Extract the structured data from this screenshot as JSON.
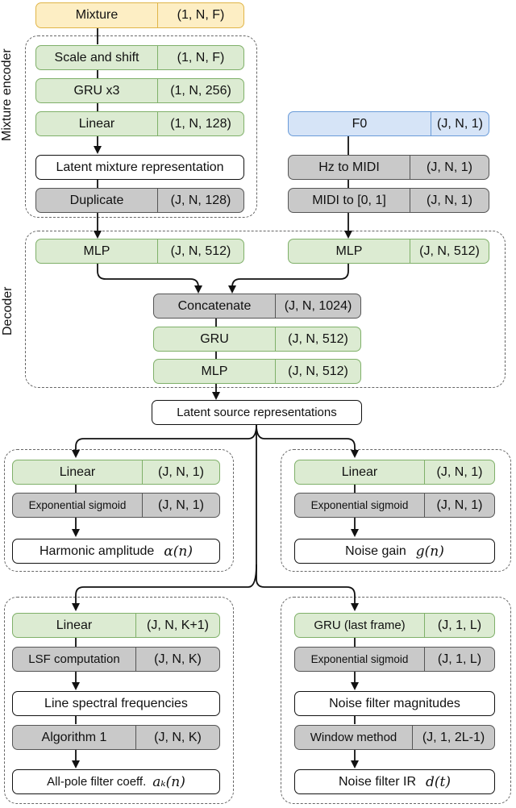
{
  "groups": {
    "mixture_encoder": "Mixture encoder",
    "decoder": "Decoder"
  },
  "nodes": {
    "mixture": {
      "name": "Mixture",
      "shape": "(1, N, F)"
    },
    "scale_shift": {
      "name": "Scale and shift",
      "shape": "(1, N, F)"
    },
    "gru_x3": {
      "name": "GRU x3",
      "shape": "(1, N, 256)"
    },
    "enc_linear": {
      "name": "Linear",
      "shape": "(1, N, 128)"
    },
    "latent_mixture": {
      "name": "Latent mixture representation"
    },
    "duplicate": {
      "name": "Duplicate",
      "shape": "(J, N, 128)"
    },
    "f0": {
      "name": "F0",
      "shape": "(J, N, 1)"
    },
    "hz_to_midi": {
      "name": "Hz to MIDI",
      "shape": "(J, N, 1)"
    },
    "midi_to_01": {
      "name": "MIDI to [0, 1]",
      "shape": "(J, N, 1)"
    },
    "mlp_left": {
      "name": "MLP",
      "shape": "(J, N, 512)"
    },
    "mlp_right": {
      "name": "MLP",
      "shape": "(J, N, 512)"
    },
    "concatenate": {
      "name": "Concatenate",
      "shape": "(J, N, 1024)"
    },
    "dec_gru": {
      "name": "GRU",
      "shape": "(J, N, 512)"
    },
    "dec_mlp": {
      "name": "MLP",
      "shape": "(J, N, 512)"
    },
    "latent_source": {
      "name": "Latent source representations"
    },
    "ha_linear": {
      "name": "Linear",
      "shape": "(J, N, 1)"
    },
    "ha_expsig": {
      "name": "Exponential sigmoid",
      "shape": "(J, N, 1)"
    },
    "harmonic_amplitude": {
      "name": "Harmonic amplitude",
      "math": "α(n)"
    },
    "ng_linear": {
      "name": "Linear",
      "shape": "(J, N, 1)"
    },
    "ng_expsig": {
      "name": "Exponential sigmoid",
      "shape": "(J, N, 1)"
    },
    "noise_gain": {
      "name": "Noise gain",
      "math": "g(n)"
    },
    "ap_linear": {
      "name": "Linear",
      "shape": "(J, N, K+1)"
    },
    "lsf_computation": {
      "name": "LSF computation",
      "shape": "(J, N, K)"
    },
    "line_spectral": {
      "name": "Line spectral frequencies"
    },
    "algorithm1": {
      "name": "Algorithm 1",
      "shape": "(J, N, K)"
    },
    "allpole": {
      "name": "All-pole filter coeff.",
      "math": "aₖ(n)"
    },
    "nf_gru": {
      "name": "GRU (last frame)",
      "shape": "(J, 1, L)"
    },
    "nf_expsig": {
      "name": "Exponential sigmoid",
      "shape": "(J, 1, L)"
    },
    "noise_filter_mag": {
      "name": "Noise filter magnitudes"
    },
    "window_method": {
      "name": "Window method",
      "shape": "(J, 1, 2L-1)"
    },
    "noise_filter_ir": {
      "name": "Noise filter IR",
      "math": "d(t)"
    }
  },
  "colors": {
    "green": "#dcebd2",
    "gray": "#c9c9c9",
    "yellow": "#fdeec4",
    "blue": "#d6e4f7"
  }
}
